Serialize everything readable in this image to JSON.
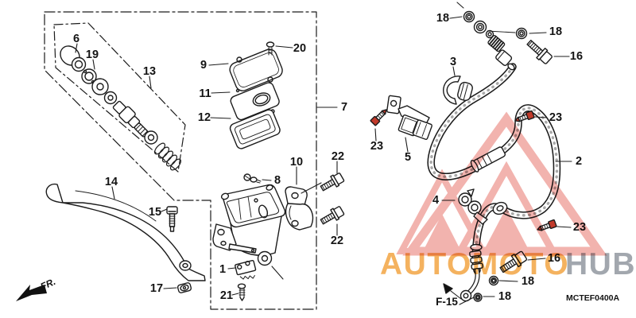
{
  "diagram": {
    "catalog_code": "MCTEF0400A",
    "figure_ref": "F-15",
    "front_marker": "FR.",
    "part_labels": [
      {
        "text": "6"
      },
      {
        "text": "19"
      },
      {
        "text": "13"
      },
      {
        "text": "14"
      },
      {
        "text": "15"
      },
      {
        "text": "17"
      },
      {
        "text": "9"
      },
      {
        "text": "11"
      },
      {
        "text": "12"
      },
      {
        "text": "20"
      },
      {
        "text": "7"
      },
      {
        "text": "8"
      },
      {
        "text": "10"
      },
      {
        "text": "22"
      },
      {
        "text": "22"
      },
      {
        "text": "1"
      },
      {
        "text": "21"
      },
      {
        "text": "18"
      },
      {
        "text": "18"
      },
      {
        "text": "16"
      },
      {
        "text": "3"
      },
      {
        "text": "23"
      },
      {
        "text": "5"
      },
      {
        "text": "23"
      },
      {
        "text": "2"
      },
      {
        "text": "4"
      },
      {
        "text": "23"
      },
      {
        "text": "16"
      },
      {
        "text": "18"
      },
      {
        "text": "18"
      }
    ]
  },
  "watermark": {
    "brand_left": "AUTOMOTO",
    "brand_right": "HUB",
    "orange": "#F2A13C",
    "gray": "#8D949C",
    "pink": "#E5685E"
  },
  "colors": {
    "line": "#1c1c1c",
    "bolt_red": "#C13A2B",
    "background": "#FFFFFF"
  }
}
